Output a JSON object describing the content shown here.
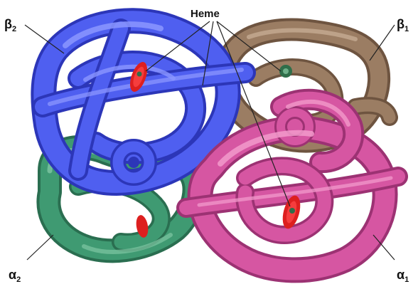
{
  "labels": {
    "heme": "Heme",
    "beta2": {
      "letter": "β",
      "subscript": "2"
    },
    "beta1": {
      "letter": "β",
      "subscript": "1"
    },
    "alpha2": {
      "letter": "α",
      "subscript": "2"
    },
    "alpha1": {
      "letter": "α",
      "subscript": "1"
    }
  },
  "subunits": [
    {
      "name": "beta-2",
      "color": "#4f5ff0",
      "highlight": "#8b96ff",
      "shadow": "#2c36b8"
    },
    {
      "name": "beta-1",
      "color": "#9b7d63",
      "highlight": "#c6ab92",
      "shadow": "#6e5440"
    },
    {
      "name": "alpha-2",
      "color": "#3f9a72",
      "highlight": "#7fc6a2",
      "shadow": "#2a6e50"
    },
    {
      "name": "alpha-1",
      "color": "#d656a2",
      "highlight": "#f29acb",
      "shadow": "#9c3273"
    }
  ],
  "heme_color": "#dd1f1f",
  "iron_color": "#2f6e4a"
}
